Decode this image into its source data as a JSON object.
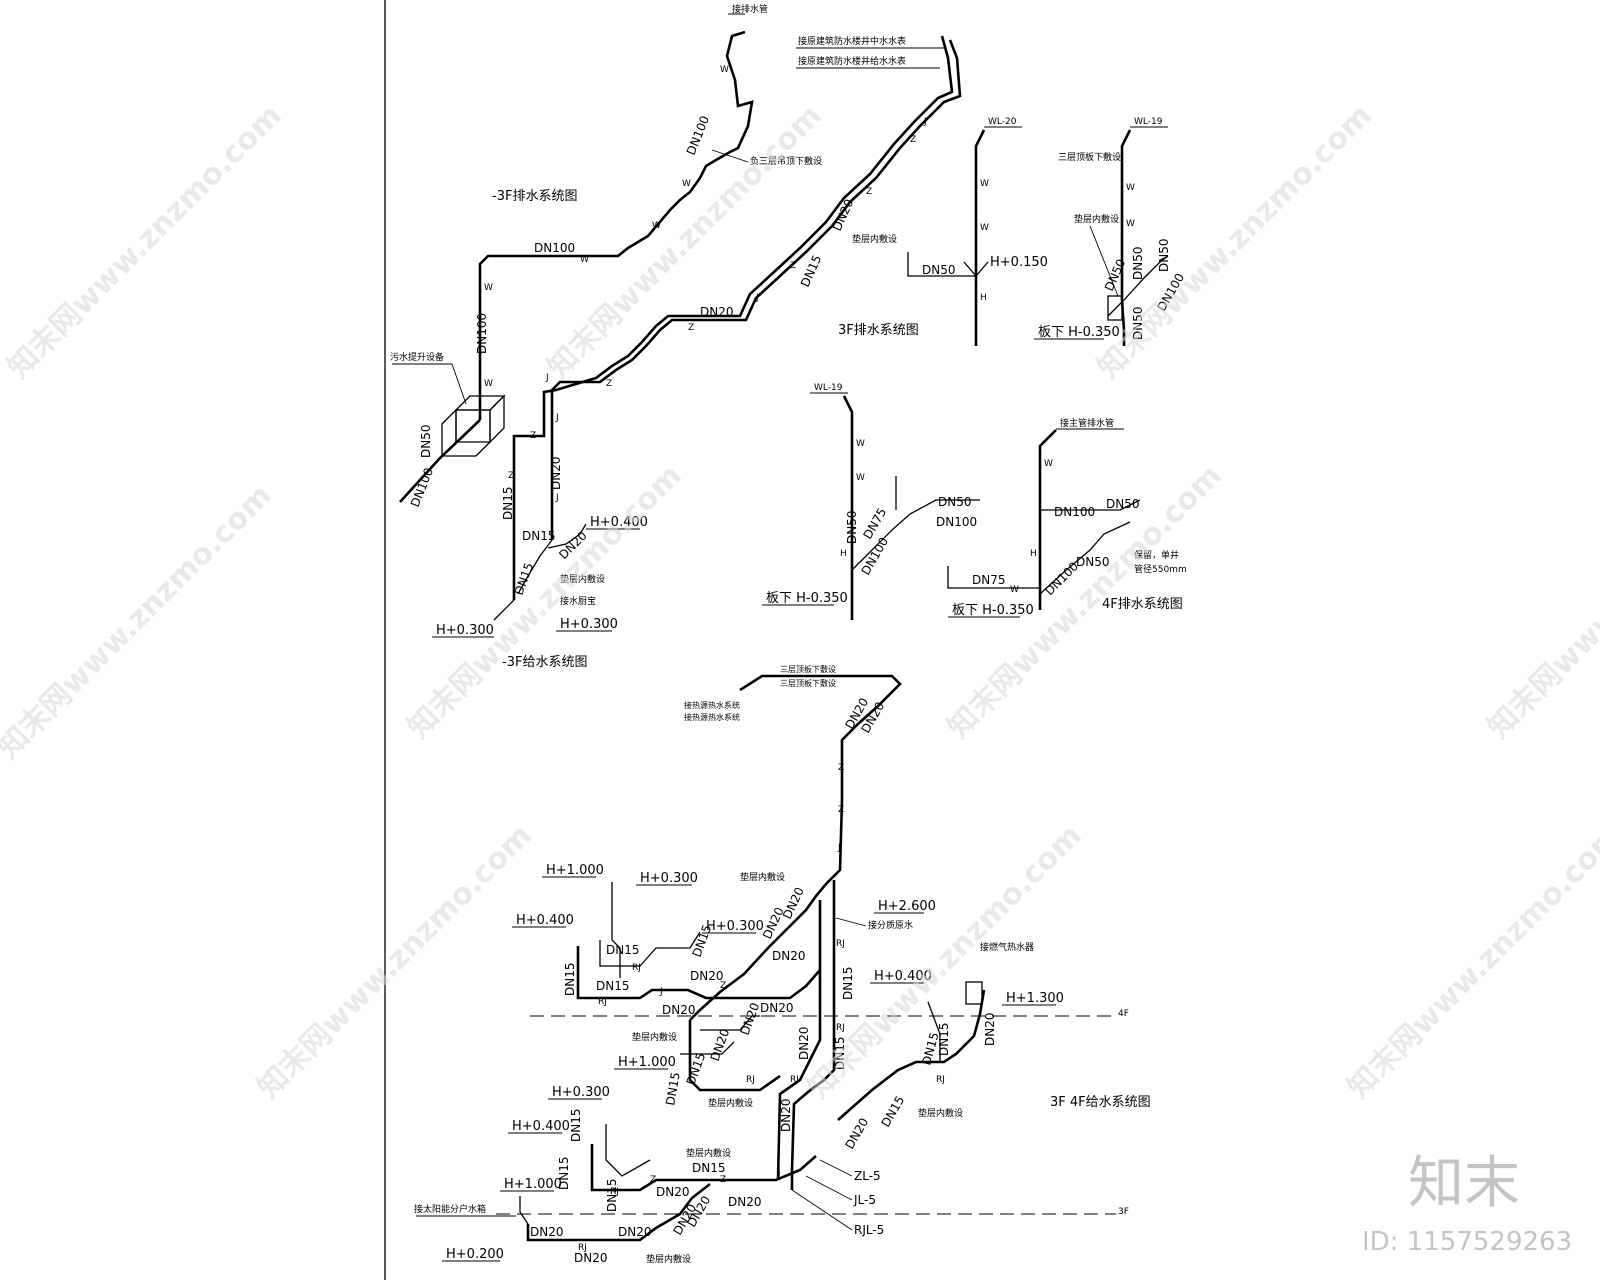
{
  "titles": {
    "neg3f_drain": "-3F排水系统图",
    "f3_drain": "3F排水系统图",
    "neg3f_supply": "-3F给水系统图",
    "f4_drain": "4F排水系统图",
    "f34_supply": "3F 4F给水系统图"
  },
  "pipe_ids": {
    "wl20": "WL-20",
    "wl19a": "WL-19",
    "wl19b": "WL-19",
    "zl5": "ZL-5",
    "jl5": "JL-5",
    "rjl5": "RJL-5"
  },
  "notes": {
    "vent_top": "接排水管",
    "meter_line1": "接原建筑防水楼井中水水表",
    "meter_line2": "接原建筑防水楼井给水水表",
    "ceiling_lay": "负三层吊顶下敷设",
    "sewage_lift": "污水提升设备",
    "layer_lay_a": "垫层内敷设",
    "layer_lay_b": "垫层内敷设",
    "ceiling_3f": "三层顶板下敷设",
    "lay_in_layer": "垫层内敷设",
    "kitchen_pool": "接水厨宝",
    "main_drain": "接主管排水管",
    "retain_line1": "保留，单井",
    "retain_line2": "管径550mm",
    "floor_ceiling_a": "三层顶板下敷设",
    "floor_ceiling_b": "三层顶板下敷设",
    "hot_source_a": "接热源热水系统",
    "hot_source_b": "接热源热水系统",
    "layer_c": "垫层内敷设",
    "heater": "接燃气热水器",
    "exist_cold": "接分质原水",
    "layer_d": "垫层内敷设",
    "layer_e": "垫层内敷设",
    "layer_f": "垫层内敷设",
    "layer_g": "垫层内敷设",
    "layer_h": "垫层内敷设",
    "layer_i": "垫层内敷设",
    "solar": "接太阳能分户水箱"
  },
  "floors": {
    "f4": "4F",
    "f3": "3F"
  },
  "dims": {
    "dn100": "DN100",
    "dn75": "DN75",
    "dn50": "DN50",
    "dn20": "DN20",
    "dn15": "DN15"
  },
  "codes": {
    "w": "W",
    "z": "Z",
    "j": "J",
    "rj": "RJ",
    "h": "H"
  },
  "elevations": {
    "p0400": "H+0.400",
    "p0300": "H+0.300",
    "p1000": "H+1.000",
    "p1300": "H+1.300",
    "p2600": "H+2.600",
    "p0200": "H+0.200",
    "p0150": "H+0.150",
    "m0350": "板下 H-0.350"
  },
  "watermark": {
    "site": "知末网www.znzmo.com",
    "brand": "知末",
    "id": "ID: 1157529263"
  }
}
